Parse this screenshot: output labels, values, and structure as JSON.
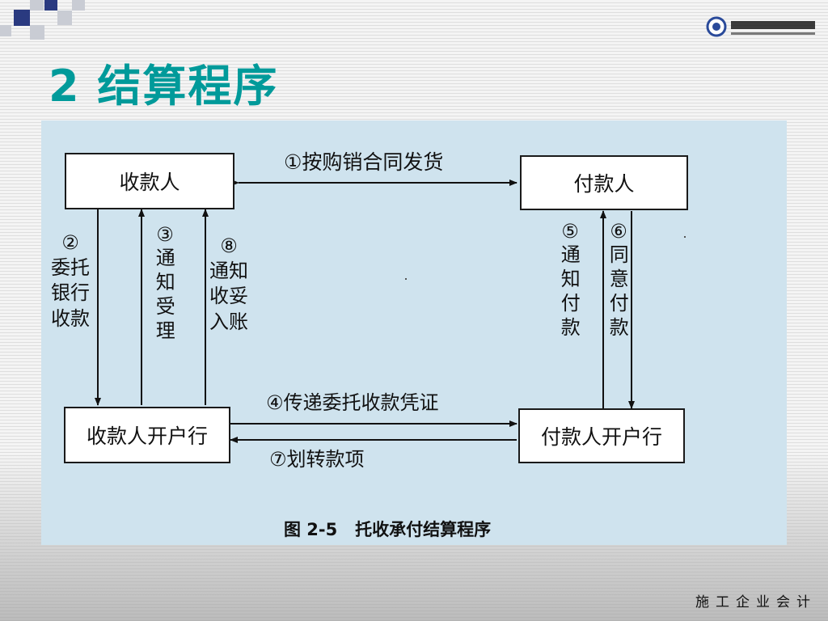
{
  "slide": {
    "title": "2 结算程序",
    "footer": "施工企业会计"
  },
  "logo": {
    "name": "university-logo"
  },
  "diagram": {
    "nodes": {
      "payee": "收款人",
      "payer": "付款人",
      "payee_bank": "收款人开户行",
      "payer_bank": "付款人开户行"
    },
    "steps": {
      "s1": "①按购销合同发货",
      "s2_num": "②",
      "s2_text": [
        "委托",
        "银行",
        "收款"
      ],
      "s3_num": "③",
      "s3_text": "通知受理",
      "s8_num": "⑧",
      "s8_text": [
        "通知",
        "收妥",
        "入账"
      ],
      "s5_num": "⑤",
      "s5_text": "通知付款",
      "s6_num": "⑥",
      "s6_text": "同意付款",
      "s4": "④传递委托收款凭证",
      "s7": "⑦划转款项"
    },
    "caption": "图 2-5   托收承付结算程序"
  },
  "colors": {
    "title": "#009a9a",
    "panel": "#cfe3ee",
    "square_dark": "#2a3a80",
    "square_light": "#c9ccd4"
  }
}
